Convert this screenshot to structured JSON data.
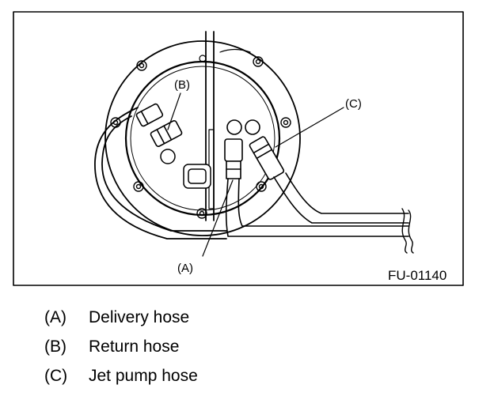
{
  "figure": {
    "id": "FU-01140",
    "callouts": {
      "a": "(A)",
      "b": "(B)",
      "c": "(C)"
    }
  },
  "legend": [
    {
      "key": "(A)",
      "desc": "Delivery hose"
    },
    {
      "key": "(B)",
      "desc": "Return hose"
    },
    {
      "key": "(C)",
      "desc": "Jet pump hose"
    }
  ]
}
